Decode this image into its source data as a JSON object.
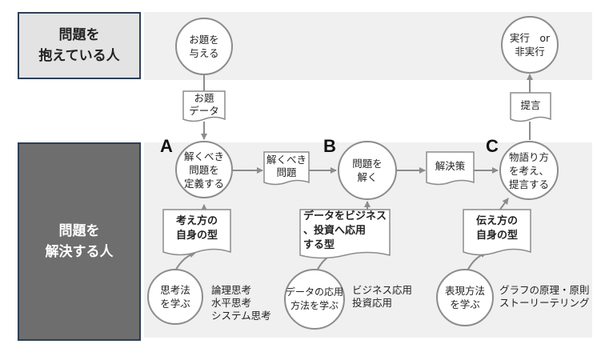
{
  "roles": {
    "top": "問題を\n抱えている人",
    "bottom": "問題を\n解決する人"
  },
  "stages": [
    "A",
    "B",
    "C"
  ],
  "nodes": {
    "give_problem": "お題を\n与える",
    "define_problem": "解くべき\n問題を\n定義する",
    "solve_problem": "問題を\n解く",
    "tell_story": "物語り方\nを考え、\n提言する",
    "execute": "実行　or\n非実行",
    "learn_thinking": "思考法\nを学ぶ",
    "learn_data": "データの応用\n方法を学ぶ",
    "learn_expression": "表現方法\nを学ぶ"
  },
  "documents": {
    "problem_data": "お題\nデータ",
    "problem_to_solve": "解くべき\n問題",
    "solution": "解決策",
    "proposal": "提言",
    "thinking_style": "考え方の\n自身の型",
    "data_style": "データをビジネス\n、投資へ応用\nする型",
    "telling_style": "伝え方の\n自身の型"
  },
  "notes": {
    "thinking": "論理思考\n水平思考\nシステム思考",
    "data": "ビジネス応用\n投資応用",
    "expression": "グラフの原理・原則\nストーリーテリング"
  }
}
